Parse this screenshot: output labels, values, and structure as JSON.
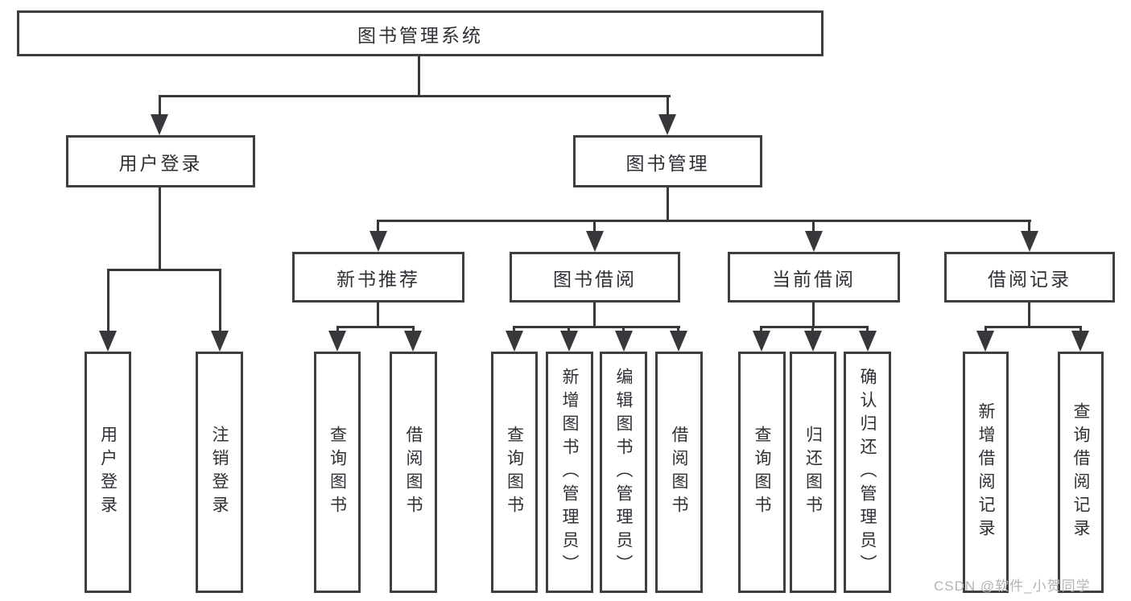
{
  "diagram": {
    "root": "图书管理系统",
    "level2": {
      "user_login": "用户登录",
      "book_management": "图书管理"
    },
    "level3": {
      "new_books": "新书推荐",
      "book_borrow": "图书借阅",
      "current_borrow": "当前借阅",
      "borrow_records": "借阅记录"
    },
    "leaves": {
      "user_login": "用户登录",
      "logout": "注销登录",
      "nb_query": "查询图书",
      "nb_borrow": "借阅图书",
      "bb_query": "查询图书",
      "bb_add": "新增图书（管理员）",
      "bb_edit": "编辑图书（管理员）",
      "bb_borrow": "借阅图书",
      "cb_query": "查询图书",
      "cb_return": "归还图书",
      "cb_confirm": "确认归还（管理员）",
      "br_add": "新增借阅记录",
      "br_query": "查询借阅记录"
    }
  },
  "watermark": "CSDN @软件_小贺同学",
  "colors": {
    "line": "#37383b",
    "border": "#3f3f42",
    "text": "#2d3035",
    "watermark": "#b4b4b6",
    "background": "#ffffff"
  }
}
